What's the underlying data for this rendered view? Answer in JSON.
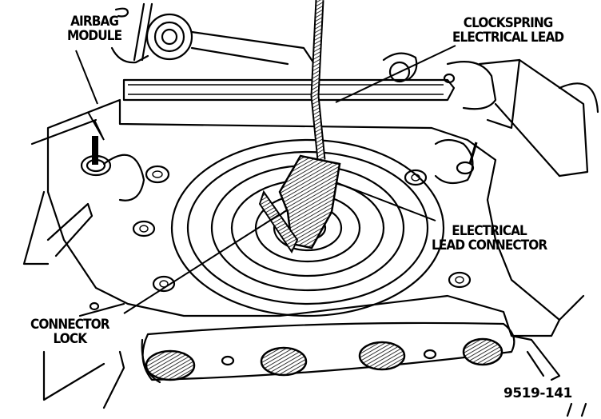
{
  "figure": {
    "id_label": "9519-141",
    "labels": {
      "airbag_module": [
        "AIRBAG",
        "MODULE"
      ],
      "clockspring_lead": [
        "CLOCKSPRING",
        "ELECTRICAL LEAD"
      ],
      "lead_connector": [
        "ELECTRICAL",
        "LEAD CONNECTOR"
      ],
      "connector_lock": [
        "CONNECTOR",
        "LOCK"
      ]
    }
  },
  "colors": {
    "ink": "#000000",
    "paper": "#ffffff"
  }
}
